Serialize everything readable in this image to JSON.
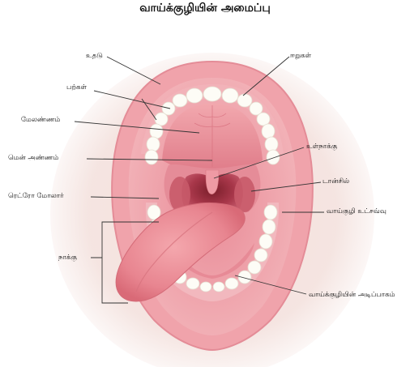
{
  "title": "வாய்க்குழியின் அமைப்பு",
  "labels": {
    "lip": "உதடு",
    "gums": "ஈறுகள்",
    "teeth": "பற்கள்",
    "hard_palate": "மேலண்ணம்",
    "uvula": "உள்நாக்கு",
    "soft_palate": "மென் அண்ணம்",
    "tonsil": "டான்சில்",
    "retromolar": "ரெட்ரோ மோலார்",
    "cheek": "வாய்குழி உட்சவ்வு",
    "tongue": "நாக்கு",
    "floor": "வாய்க்குழியின் அடிப்பாகம்"
  }
}
